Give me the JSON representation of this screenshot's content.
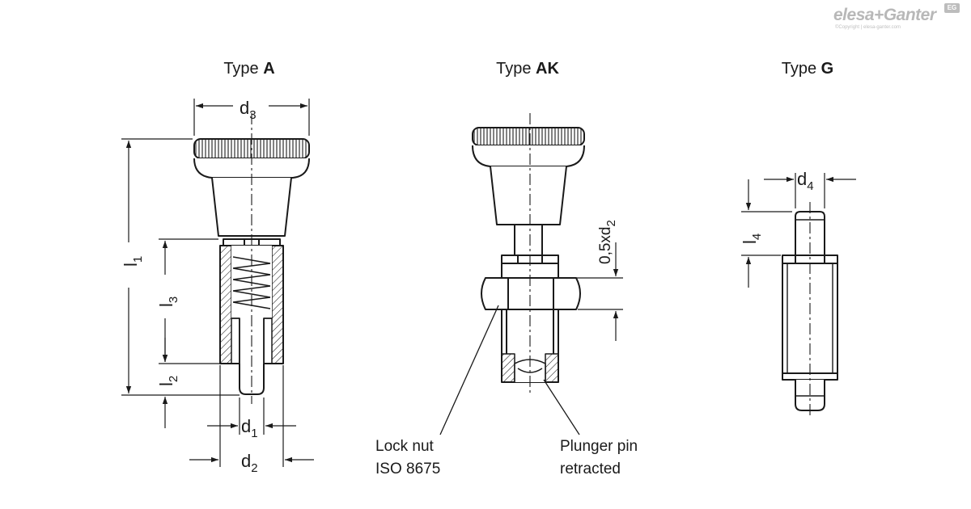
{
  "logo": {
    "brand": "elesa+Ganter",
    "subtitle": "©Copyright | elesa-ganter.com",
    "badge": "EG"
  },
  "views": {
    "type_a": {
      "prefix": "Type ",
      "letter": "A"
    },
    "type_ak": {
      "prefix": "Type ",
      "letter": "AK"
    },
    "type_g": {
      "prefix": "Type ",
      "letter": "G"
    }
  },
  "dimensions": {
    "d3": {
      "symbol": "d",
      "sub": "3"
    },
    "d1": {
      "symbol": "d",
      "sub": "1"
    },
    "d2": {
      "symbol": "d",
      "sub": "2"
    },
    "l1": {
      "symbol": "l",
      "sub": "1"
    },
    "l2": {
      "symbol": "l",
      "sub": "2"
    },
    "l3": {
      "symbol": "l",
      "sub": "3"
    },
    "half_d2": {
      "symbol": "0,5xd",
      "sub": "2"
    },
    "d4": {
      "symbol": "d",
      "sub": "4"
    },
    "l4": {
      "symbol": "l",
      "sub": "4"
    }
  },
  "annotations": {
    "lock_nut": {
      "line1": "Lock nut",
      "line2": "ISO 8675"
    },
    "plunger": {
      "line1": "Plunger pin",
      "line2": "retracted"
    }
  },
  "colors": {
    "ink": "#1a1a1a",
    "logo": "#b8b8b8"
  }
}
